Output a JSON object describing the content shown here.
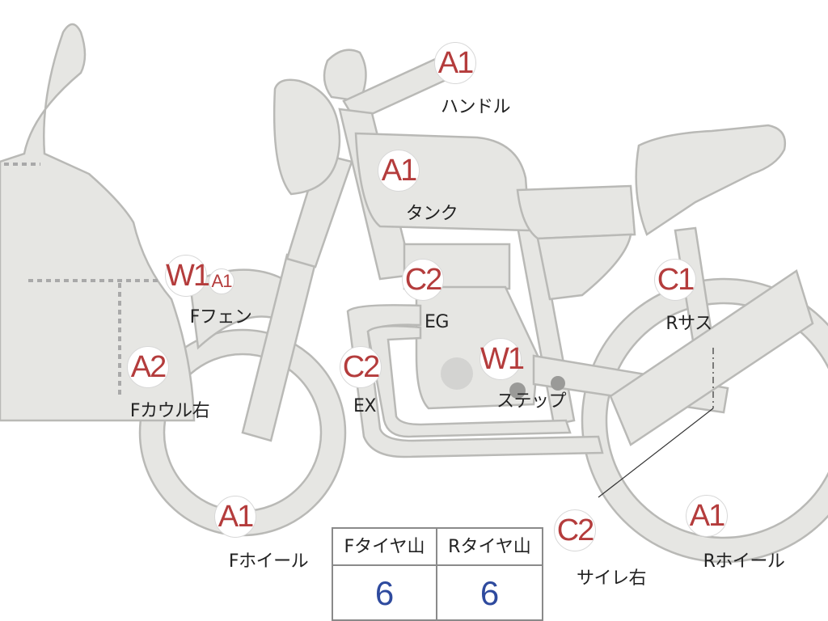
{
  "parts": [
    {
      "code": "A1",
      "label": "ハンドル"
    },
    {
      "code": "A1",
      "label": "タンク"
    },
    {
      "code": "C2",
      "label": "EG"
    },
    {
      "code": "C1",
      "label": "Rサス"
    },
    {
      "code": "W1",
      "label": "Fフェン"
    },
    {
      "code": "A1",
      "label": ""
    },
    {
      "code": "A2",
      "label": "Fカウル右"
    },
    {
      "code": "C2",
      "label": "EX"
    },
    {
      "code": "W1",
      "label": "ステップ"
    },
    {
      "code": "A1",
      "label": "Fホイール"
    },
    {
      "code": "C2",
      "label": "サイレ右"
    },
    {
      "code": "A1",
      "label": "Rホイール"
    }
  ],
  "tire_table": {
    "headers": [
      "Fタイヤ山",
      "Rタイヤ山"
    ],
    "values": [
      "6",
      "6"
    ]
  },
  "colors": {
    "body_fill": "#e6e6e3",
    "outline": "#b9b9b6",
    "code_text": "#b43c3c",
    "value_text": "#2e4a9e"
  }
}
